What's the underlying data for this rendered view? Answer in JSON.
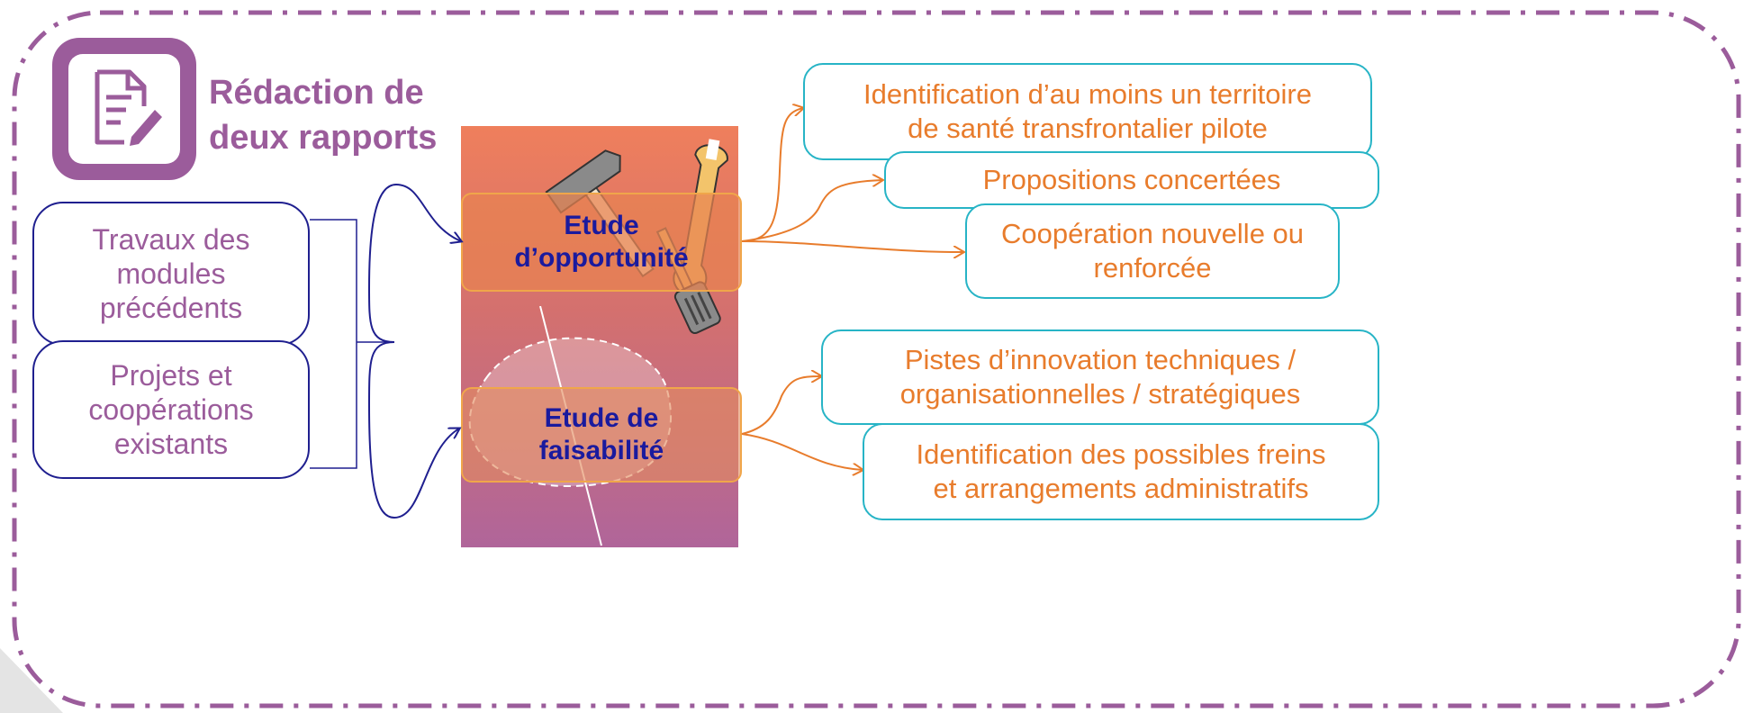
{
  "title": "Rédaction de\ndeux rapports",
  "icon": "document-edit-icon",
  "inputs": [
    {
      "label": "Travaux des\nmodules\nprécédents"
    },
    {
      "label": "Projets et\ncoopérations\nexistants"
    }
  ],
  "stages": [
    {
      "label": "Etude\nd’opportunité"
    },
    {
      "label": "Etude de\nfaisabilité"
    }
  ],
  "opportunity_outputs": [
    {
      "label": "Identification d’au moins un territoire\nde santé transfrontalier pilote"
    },
    {
      "label": "Propositions concertées"
    },
    {
      "label": "Coopération nouvelle ou\nrenforcée"
    }
  ],
  "feasibility_outputs": [
    {
      "label": "Pistes d’innovation techniques /\norganisationnelles / stratégiques"
    },
    {
      "label": "Identification des possibles freins\net arrangements administratifs"
    }
  ],
  "colors": {
    "frame": "#9b5c9b",
    "title": "#9b5c9b",
    "input_border": "#1f1f8f",
    "output_border": "#27b4c6",
    "output_text": "#e87c2c",
    "stage_text": "#1a1a9e",
    "arrow_orange": "#e87c2c",
    "arrow_navy": "#1f1f8f"
  }
}
